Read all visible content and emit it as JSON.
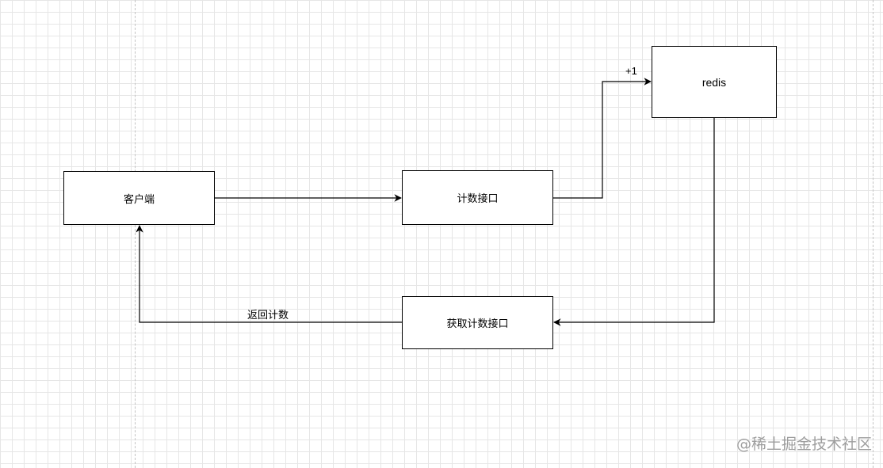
{
  "nodes": {
    "client": "客户端",
    "count_api": "计数接口",
    "redis": "redis",
    "get_count_api": "获取计数接口"
  },
  "edges": {
    "plus_one": "+1",
    "return_count": "返回计数"
  },
  "watermark": "@稀土掘金技术社区"
}
